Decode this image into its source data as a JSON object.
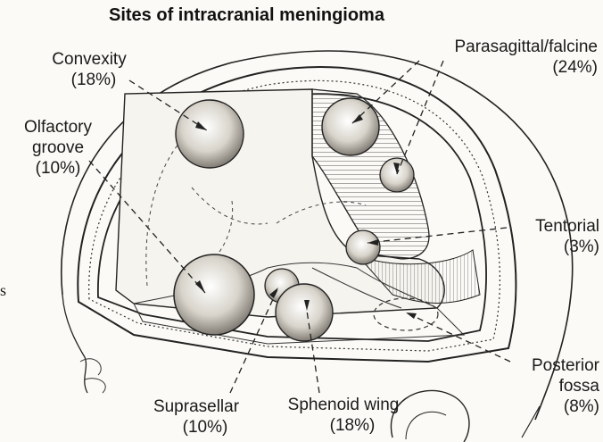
{
  "title": "Sites of intracranial meningioma",
  "stray_letter": "s",
  "labels": {
    "convexity": {
      "name": "Convexity",
      "pct": "(18%)"
    },
    "olfactory": {
      "name1": "Olfactory",
      "name2": "groove",
      "pct": "(10%)"
    },
    "parasagittal": {
      "name": "Parasagittal/falcine",
      "pct": "(24%)"
    },
    "tentorial": {
      "name": "Tentorial",
      "pct": "(3%)"
    },
    "posterior": {
      "name1": "Posterior",
      "name2": "fossa",
      "pct": "(8%)"
    },
    "suprasellar": {
      "name": "Suprasellar",
      "pct": "(10%)"
    },
    "sphenoid": {
      "name": "Sphenoid wing",
      "pct": "(18%)"
    }
  },
  "colors": {
    "ink": "#1a1a1a",
    "paper": "#fbfaf6",
    "tumor": "#d9d5cc"
  }
}
